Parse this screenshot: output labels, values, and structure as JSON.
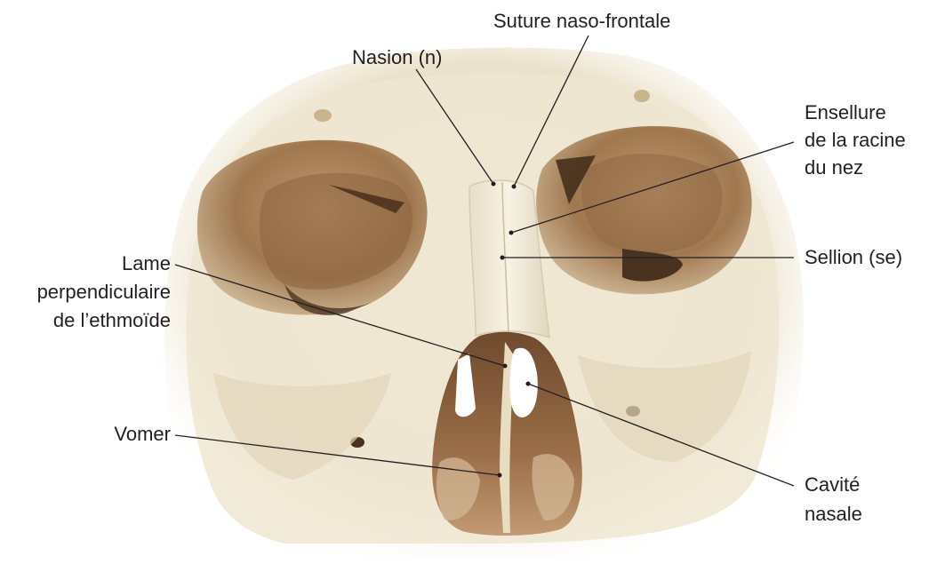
{
  "labels": {
    "suture": "Suture naso-frontale",
    "nasion": "Nasion (n)",
    "ensellure_1": "Ensellure",
    "ensellure_2": "de la racine",
    "ensellure_3": "du nez",
    "sellion": "Sellion (se)",
    "lame_1": "Lame",
    "lame_2": "perpendiculaire",
    "lame_3": "de l’ethmoïde",
    "vomer": "Vomer",
    "cavite_1": "Cavité",
    "cavite_2": "nasale"
  },
  "colors": {
    "bone": "#f1e9d6",
    "bone_shadow": "#ddd0b4",
    "orbit": "#9c7650",
    "orbit_dark": "#6e4f33",
    "cavity": "#8e6443",
    "leader": "#231f20",
    "text": "#231f20"
  }
}
